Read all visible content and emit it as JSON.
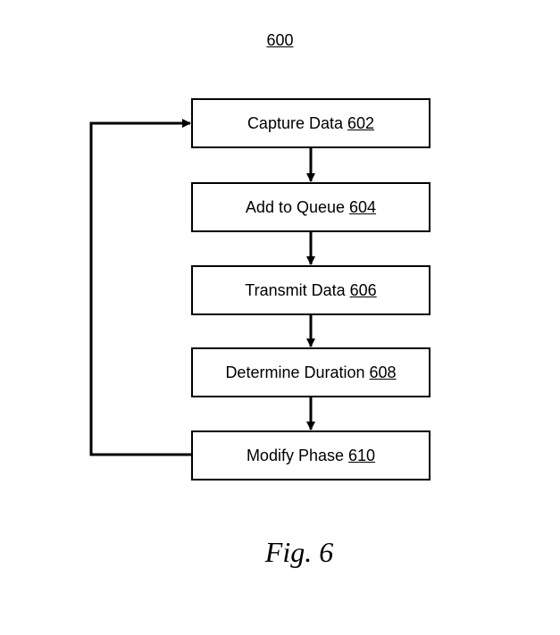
{
  "figure": {
    "reference_number": "600",
    "caption": "Fig. 6"
  },
  "steps": [
    {
      "label": "Capture Data",
      "number": "602"
    },
    {
      "label": "Add to Queue",
      "number": "604"
    },
    {
      "label": "Transmit Data",
      "number": "606"
    },
    {
      "label": "Determine Duration",
      "number": "608"
    },
    {
      "label": "Modify Phase",
      "number": "610"
    }
  ],
  "connections": [
    {
      "from": "602",
      "to": "604"
    },
    {
      "from": "604",
      "to": "606"
    },
    {
      "from": "606",
      "to": "608"
    },
    {
      "from": "608",
      "to": "610"
    },
    {
      "from": "610",
      "to": "602",
      "type": "loop-back"
    }
  ],
  "colors": {
    "line": "#000000",
    "background": "#ffffff"
  }
}
